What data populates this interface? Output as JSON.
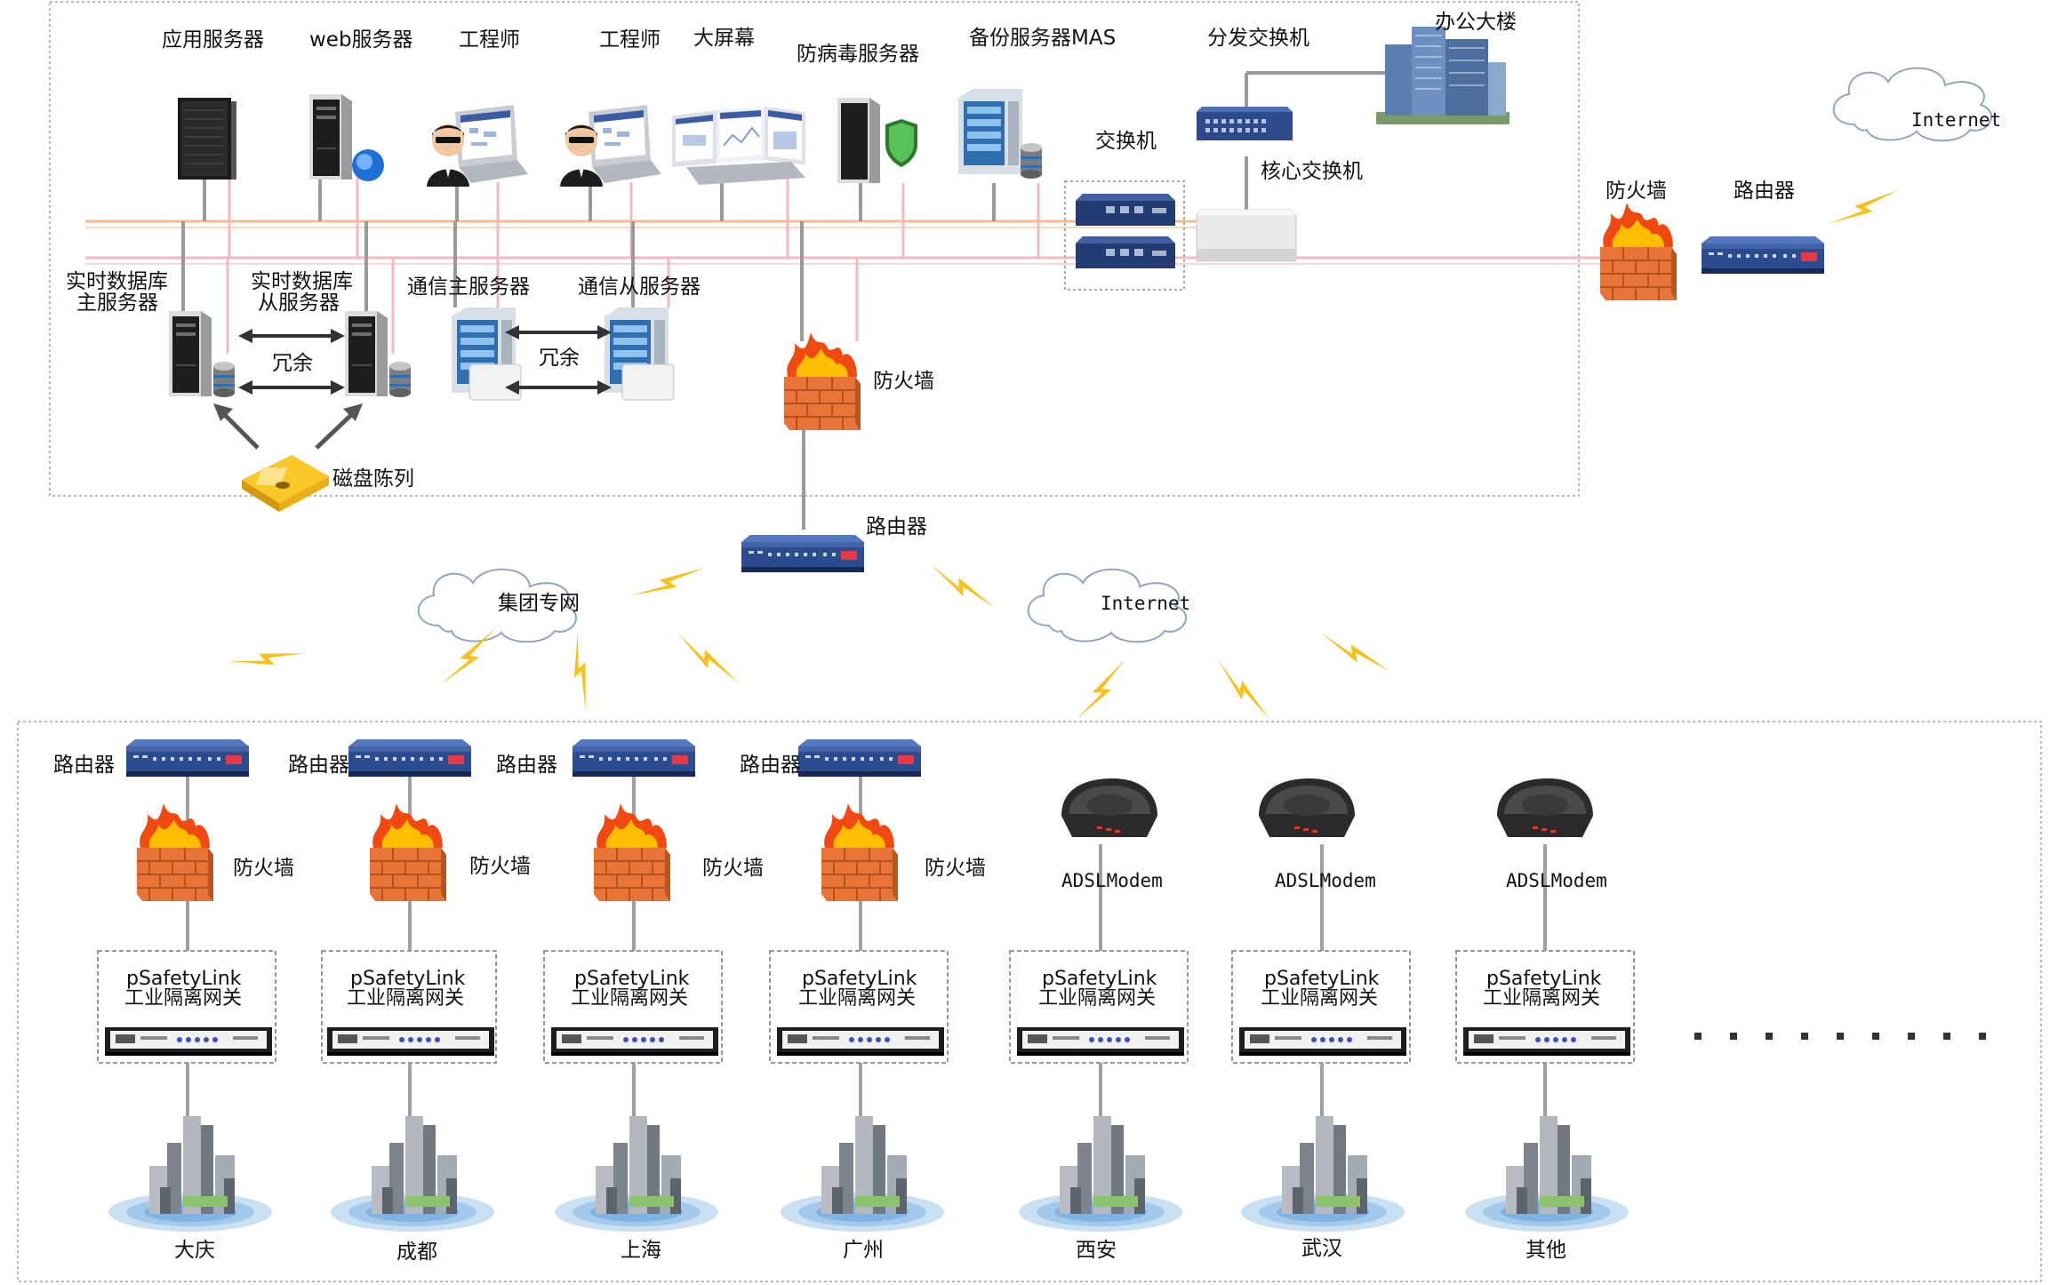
{
  "domain": "Diagram",
  "hq": {
    "top_labels": {
      "app_server": "应用服务器",
      "web_server": "web服务器",
      "engineer_1": "工程师",
      "engineer_2": "工程师",
      "big_screen": "大屏幕",
      "antivirus_server": "防病毒服务器",
      "backup_server": "备份服务器MAS",
      "distribution_switch": "分发交换机",
      "office_building": "办公大楼",
      "internet": "Internet",
      "switch": "交换机",
      "core_switch": "核心交换机",
      "firewall_top": "防火墙",
      "router_top": "路由器"
    },
    "lower_labels": {
      "rtdb_master_l1": "实时数据库",
      "rtdb_master_l2": "主服务器",
      "rtdb_slave_l1": "实时数据库",
      "rtdb_slave_l2": "从服务器",
      "redundancy_1": "冗余",
      "comm_master": "通信主服务器",
      "comm_slave": "通信从服务器",
      "redundancy_2": "冗余",
      "disk_array": "磁盘陈列",
      "firewall_mid": "防火墙"
    }
  },
  "wan": {
    "router_mid": "路由器",
    "group_network": "集团专网",
    "internet_mid": "Internet"
  },
  "sites": [
    {
      "top_device": "路由器",
      "firewall": "防火墙",
      "gateway_l1": "pSafetyLink",
      "gateway_l2": "工业隔离网关",
      "city": "大庆"
    },
    {
      "top_device": "路由器",
      "firewall": "防火墙",
      "gateway_l1": "pSafetyLink",
      "gateway_l2": "工业隔离网关",
      "city": "成都"
    },
    {
      "top_device": "路由器",
      "firewall": "防火墙",
      "gateway_l1": "pSafetyLink",
      "gateway_l2": "工业隔离网关",
      "city": "上海"
    },
    {
      "top_device": "路由器",
      "firewall": "防火墙",
      "gateway_l1": "pSafetyLink",
      "gateway_l2": "工业隔离网关",
      "city": "广州"
    },
    {
      "top_device": "ADSLModem",
      "gateway_l1": "pSafetyLink",
      "gateway_l2": "工业隔离网关",
      "city": "西安"
    },
    {
      "top_device": "ADSLModem",
      "gateway_l1": "pSafetyLink",
      "gateway_l2": "工业隔离网关",
      "city": "武汉"
    },
    {
      "top_device": "ADSLModem",
      "gateway_l1": "pSafetyLink",
      "gateway_l2": "工业隔离网关",
      "city": "其他"
    }
  ],
  "colors": {
    "bus_orange": "#f5b183",
    "bus_pink": "#f4b8c0",
    "lightning": "#f5c21b",
    "router_blue": "#1f3d7a",
    "firewall": "#ef7d31",
    "boundary": "#b8b8b8"
  }
}
